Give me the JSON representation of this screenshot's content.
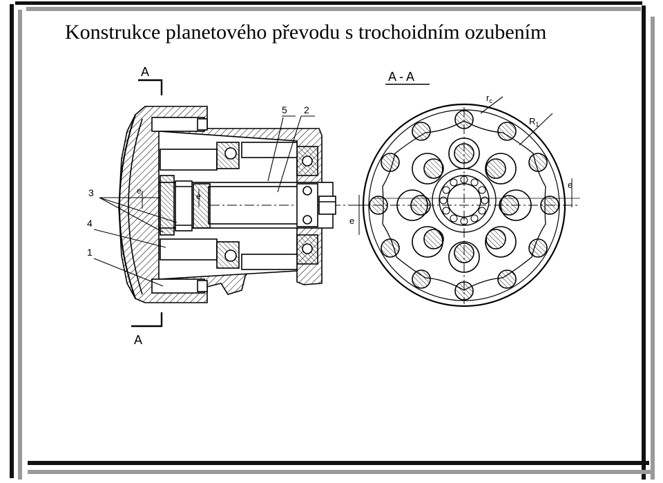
{
  "slide": {
    "title": "Konstrukce planetového převodu s trochoidním ozubením"
  },
  "drawing": {
    "section_mark_top": "A",
    "section_mark_bottom": "A",
    "section_title": "A - A",
    "part_labels": {
      "p1": "1",
      "p2": "2",
      "p3": "3",
      "p4": "4",
      "p5": "5"
    },
    "dimension_labels": {
      "e_left": "e",
      "e_inner": "e",
      "e_center": "e",
      "e_right": "e",
      "rc": "r",
      "rc_sub": "c",
      "r1": "R",
      "r1_sub": "1"
    }
  }
}
